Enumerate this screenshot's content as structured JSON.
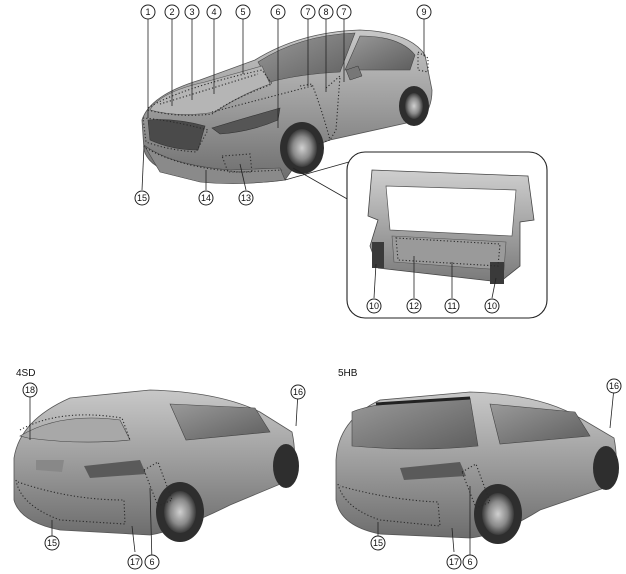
{
  "callouts_top": [
    "1",
    "2",
    "3",
    "4",
    "5",
    "6",
    "7",
    "8",
    "7",
    "9",
    "15",
    "14",
    "13"
  ],
  "callouts_inset": [
    "10",
    "12",
    "11",
    "10"
  ],
  "variants": {
    "sedan": {
      "label": "4SD",
      "callouts": [
        "18",
        "16",
        "15",
        "17",
        "6"
      ]
    },
    "hatchback": {
      "label": "5HB",
      "callouts": [
        "16",
        "15",
        "17",
        "6"
      ]
    }
  },
  "colors": {
    "body_dark": "#6e6e6e",
    "body_mid": "#9a9a9a",
    "body_light": "#c9c9c9",
    "outline": "#2a2a2a"
  }
}
